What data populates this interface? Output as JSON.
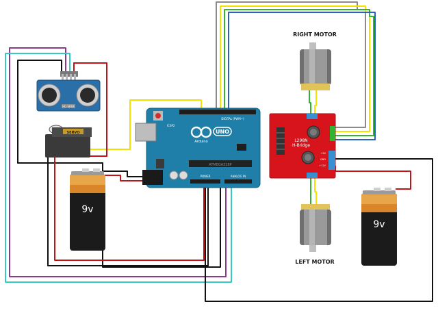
{
  "labels": {
    "right_motor": "RIGHT MOTOR",
    "left_motor": "LEFT MOTOR"
  },
  "battery_left": {
    "label": "9v"
  },
  "battery_right": {
    "label": "9v"
  },
  "arduino": {
    "brand": "Arduino",
    "model": "UNO",
    "header_digital": "DIGITAL (PWM~)",
    "header_power": "POWER",
    "header_analog": "ANALOG IN",
    "icsp": "ICSP2",
    "chip": "ATMEGA328P"
  },
  "hbridge": {
    "title": "L298N",
    "subtitle": "H-Bridge",
    "pin_5v": "+5V",
    "pin_gnd": "GND",
    "pin_12v": "+12V"
  },
  "servo": {
    "label": "SERVO"
  },
  "ultrasonic": {
    "label": "HC-SR04"
  },
  "colors": {
    "red_wire": "#c0141b",
    "black_wire": "#111111",
    "yellow_wire": "#f2e200",
    "green_wire": "#2fb52f",
    "blue_wire": "#2b5fc7",
    "grey_wire": "#8a8a8a",
    "purple_wire": "#8a3a8a",
    "cyan_wire": "#35c9c4",
    "arduino_board": "#1f7fa8",
    "hbridge_board": "#d7141b"
  }
}
